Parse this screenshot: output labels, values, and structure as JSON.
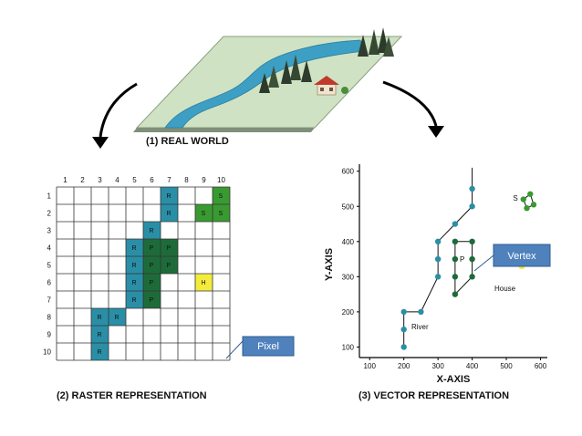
{
  "colors": {
    "teal": "#2a8fa6",
    "dark_green": "#1e6b3a",
    "green": "#3a9a32",
    "yellow": "#f4ec3c",
    "callout_fill": "#4f81bd",
    "callout_stroke": "#2e5e8f"
  },
  "real_world": {
    "label": "(1) REAL WORLD"
  },
  "raster": {
    "label": "(2) RASTER REPRESENTATION",
    "col_labels": [
      "1",
      "2",
      "3",
      "4",
      "5",
      "6",
      "7",
      "8",
      "9",
      "10"
    ],
    "row_labels": [
      "1",
      "2",
      "3",
      "4",
      "5",
      "6",
      "7",
      "8",
      "9",
      "10"
    ],
    "cells": [
      {
        "row": 1,
        "col": 7,
        "text": "R",
        "color": "teal"
      },
      {
        "row": 2,
        "col": 7,
        "text": "R",
        "color": "teal"
      },
      {
        "row": 3,
        "col": 6,
        "text": "R",
        "color": "teal"
      },
      {
        "row": 4,
        "col": 5,
        "text": "R",
        "color": "teal"
      },
      {
        "row": 5,
        "col": 5,
        "text": "R",
        "color": "teal"
      },
      {
        "row": 6,
        "col": 5,
        "text": "R",
        "color": "teal"
      },
      {
        "row": 7,
        "col": 5,
        "text": "R",
        "color": "teal"
      },
      {
        "row": 8,
        "col": 3,
        "text": "R",
        "color": "teal"
      },
      {
        "row": 8,
        "col": 4,
        "text": "R",
        "color": "teal"
      },
      {
        "row": 9,
        "col": 3,
        "text": "R",
        "color": "teal"
      },
      {
        "row": 10,
        "col": 3,
        "text": "R",
        "color": "teal"
      },
      {
        "row": 4,
        "col": 6,
        "text": "P",
        "color": "dark_green"
      },
      {
        "row": 4,
        "col": 7,
        "text": "P",
        "color": "dark_green"
      },
      {
        "row": 5,
        "col": 6,
        "text": "P",
        "color": "dark_green"
      },
      {
        "row": 5,
        "col": 7,
        "text": "P",
        "color": "dark_green"
      },
      {
        "row": 6,
        "col": 6,
        "text": "P",
        "color": "dark_green"
      },
      {
        "row": 7,
        "col": 6,
        "text": "P",
        "color": "dark_green"
      },
      {
        "row": 1,
        "col": 10,
        "text": "S",
        "color": "green"
      },
      {
        "row": 2,
        "col": 9,
        "text": "S",
        "color": "green"
      },
      {
        "row": 2,
        "col": 10,
        "text": "S",
        "color": "green"
      },
      {
        "row": 6,
        "col": 9,
        "text": "H",
        "color": "yellow"
      }
    ],
    "pixel_callout": "Pixel"
  },
  "vector": {
    "label": "(3) VECTOR REPRESENTATION",
    "xlabel": "X-AXIS",
    "ylabel": "Y-AXIS",
    "x_ticks": [
      "100",
      "200",
      "300",
      "400",
      "500",
      "600"
    ],
    "y_ticks": [
      "100",
      "200",
      "300",
      "400",
      "500",
      "600"
    ],
    "river_label": "River",
    "park_label": "P",
    "school_label": "S",
    "house_label": "House",
    "vertex_callout": "Vertex"
  },
  "chart_data": {
    "type": "scatter",
    "title": "(3) VECTOR REPRESENTATION",
    "xlabel": "X-AXIS",
    "ylabel": "Y-AXIS",
    "xlim": [
      70,
      620
    ],
    "ylim": [
      70,
      620
    ],
    "x_ticks": [
      100,
      200,
      300,
      400,
      500,
      600
    ],
    "y_ticks": [
      100,
      200,
      300,
      400,
      500,
      600
    ],
    "series": [
      {
        "name": "River",
        "kind": "polyline",
        "x": [
          200,
          200,
          200,
          250,
          300,
          300,
          300,
          350,
          400,
          400,
          400
        ],
        "y": [
          100,
          150,
          200,
          200,
          300,
          350,
          400,
          450,
          500,
          550,
          610
        ]
      },
      {
        "name": "P",
        "kind": "polygon",
        "x": [
          350,
          350,
          350,
          350,
          400,
          400,
          400
        ],
        "y": [
          250,
          300,
          350,
          400,
          400,
          350,
          300
        ]
      },
      {
        "name": "S",
        "kind": "polygon",
        "x": [
          550,
          570,
          580,
          560
        ],
        "y": [
          520,
          535,
          505,
          495
        ]
      },
      {
        "name": "House",
        "kind": "point",
        "x": [
          545
        ],
        "y": [
          330
        ]
      }
    ]
  }
}
